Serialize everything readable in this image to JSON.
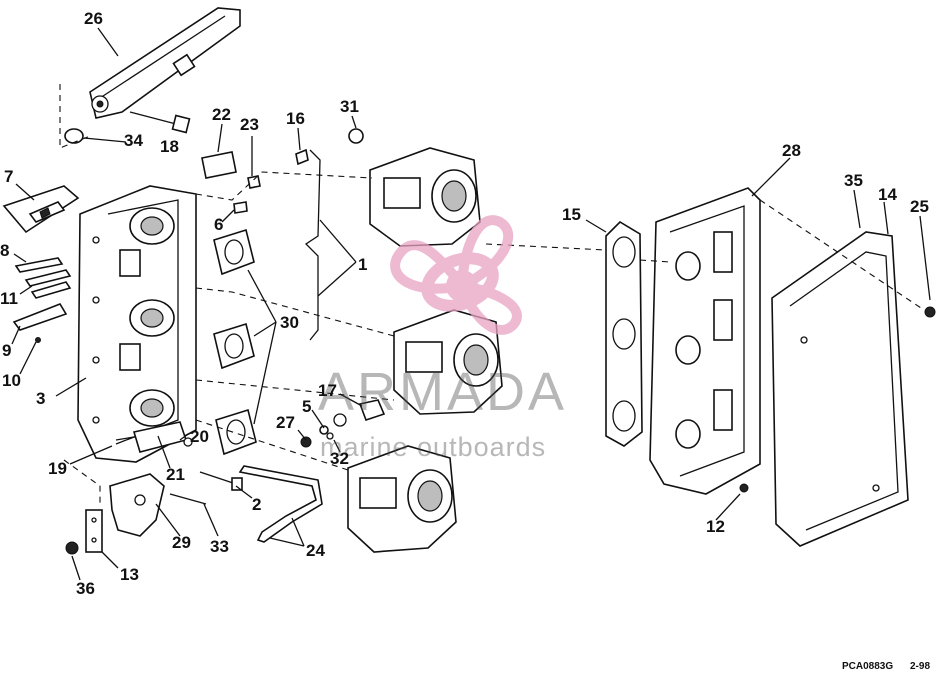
{
  "diagram": {
    "callouts": [
      "26",
      "22",
      "23",
      "16",
      "31",
      "18",
      "34",
      "7",
      "6",
      "28",
      "35",
      "14",
      "25",
      "15",
      "8",
      "1",
      "11",
      "30",
      "9",
      "10",
      "3",
      "17",
      "5",
      "27",
      "20",
      "32",
      "19",
      "21",
      "2",
      "12",
      "29",
      "33",
      "24",
      "13",
      "36"
    ]
  },
  "watermark": {
    "brand": "ARMADA",
    "tagline": "marine outboards",
    "logo_color": "#e8a3c4"
  },
  "footer": {
    "code": "PCA0883G",
    "page": "2-98"
  }
}
